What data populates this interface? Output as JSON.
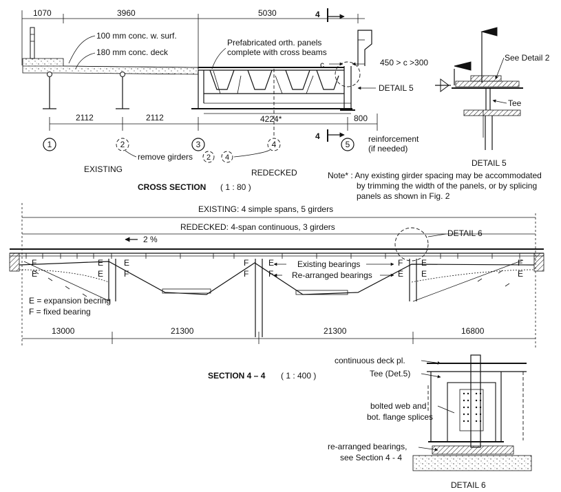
{
  "cross_section": {
    "dims_top": {
      "left_cantilever": "1070",
      "existing_width": "3960",
      "redecked_width": "5030"
    },
    "notes": {
      "surfacing": "100 mm conc. w. surf.",
      "deck": "180 mm conc. deck",
      "panels_line1": "Prefabricated orth. panels",
      "panels_line2": "complete with cross beams",
      "c_label": "c",
      "c_range": "450 > c >300",
      "detail5_ref": "DETAIL 5",
      "reinforcement_line1": "reinforcement",
      "reinforcement_line2": "(if needed)",
      "remove_girders": "remove girders",
      "section_mark_top": "4",
      "section_mark_bottom": "4"
    },
    "dims_bottom": {
      "span1": "2112",
      "span2": "2112",
      "span3": "4224*",
      "overhang": "800"
    },
    "girders": [
      "1",
      "2",
      "3",
      "4",
      "5"
    ],
    "removed_refs": [
      "2",
      "4"
    ],
    "labels": {
      "existing": "EXISTING",
      "redecked": "REDECKED"
    },
    "title": "CROSS SECTION",
    "scale": "( 1 : 80 )"
  },
  "detail5": {
    "see_detail": "See Detail 2",
    "tee": "Tee",
    "title": "DETAIL 5"
  },
  "note": {
    "line1": "Note* : Any existing girder spacing may be accommodated",
    "line2": "by trimming the width of the panels, or by splicing",
    "line3": "panels as shown in Fig. 2"
  },
  "section44": {
    "existing_desc": "EXISTING:   4 simple spans, 5 girders",
    "redecked_desc": "REDECKED:  4-span continuous,  3 girders",
    "slope": "2 %",
    "detail6_ref": "DETAIL 6",
    "existing_bearings": "Existing bearings",
    "rearranged_bearings": "Re-arranged bearings",
    "legend_e": "E =  expansion becring",
    "legend_f": "F =  fixed bearing",
    "bearing_letters": {
      "e": "E",
      "f": "F"
    },
    "spans": [
      "13000",
      "21300",
      "21300",
      "16800"
    ],
    "title": "SECTION  4 – 4",
    "scale": "( 1 : 400 )"
  },
  "detail6": {
    "deck_plate": "continuous deck pl.",
    "tee": "Tee (Det.5)",
    "splices_line1": "bolted  web  and",
    "splices_line2": "bot. flange splices",
    "rearranged_line1": "re-arranged bearings,",
    "rearranged_line2": "see  Section 4 - 4",
    "title": "DETAIL 6"
  }
}
